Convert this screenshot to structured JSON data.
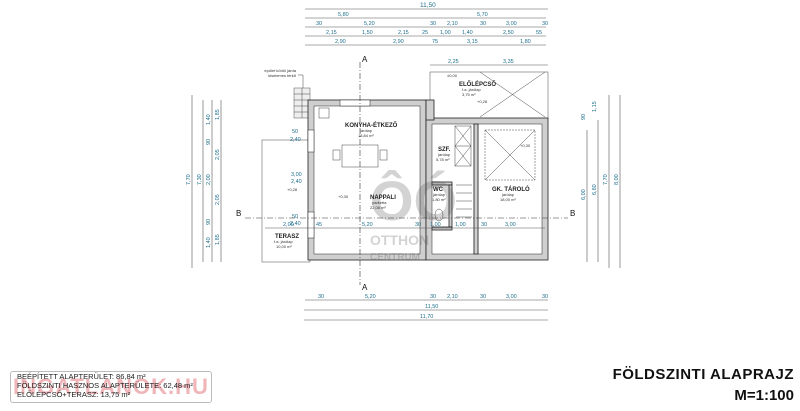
{
  "drawing": {
    "top_dims": {
      "overall": "11,50",
      "row1": [
        "5,80",
        "5,70"
      ],
      "row2": [
        "30",
        "5,20",
        "30",
        "2,10",
        "30",
        "3,00",
        "30"
      ],
      "row3": [
        "2,15",
        "1,50",
        "2,15",
        "25",
        "1,00",
        "1,40",
        "2,50",
        "55"
      ],
      "row4": [
        "2,90",
        "2,90",
        "75",
        "3,15",
        "1,80"
      ],
      "entry": [
        "2,25",
        "3,35"
      ]
    },
    "bottom_dims": {
      "row1": [
        "30",
        "5,20",
        "30",
        "2,10",
        "30",
        "3,00",
        "30"
      ],
      "row2": "11,50",
      "row3": "11,70"
    },
    "left_dims": [
      "7,70",
      "7,30",
      "1,40",
      "90",
      "2,00",
      "90",
      "1,40",
      "1,85",
      "2,05",
      "2,05",
      "1,85"
    ],
    "right_dims": [
      "6,00",
      "6,60",
      "7,70",
      "8,00",
      "1,15",
      "90"
    ],
    "paving_note": [
      "épület körüli járda",
      "kiselemes térkő"
    ],
    "rooms": [
      {
        "name": "KONYHA-ÉTKEZŐ",
        "floor": "járólap",
        "area": "18,84 m²"
      },
      {
        "name": "NAPPALI",
        "floor": "parketta",
        "area": "22,08 m²"
      },
      {
        "name": "SZF.",
        "floor": "járólap",
        "area": "5,78 m²"
      },
      {
        "name": "WC",
        "floor": "járólap",
        "area": "1,80 m²"
      },
      {
        "name": "GK. TÁROLÓ",
        "floor": "járólap",
        "area": "18,00 m²"
      },
      {
        "name": "TERASZ",
        "floor": "f.a. járólap",
        "area": "10,00 m²"
      },
      {
        "name": "ELŐLÉPCSŐ",
        "floor": "f.a. járólap",
        "area": "3,75 m²"
      }
    ],
    "levels": [
      "±0,00",
      "+0,28",
      "+0,30",
      "+0,30",
      "+0,28"
    ],
    "section_a": "A",
    "section_b": "B",
    "inner_dims": [
      "2,00",
      "5,20",
      "30",
      "1,00",
      "1,00",
      "30",
      "3,00",
      "45",
      "50",
      "2,40",
      "3,00",
      "2,40",
      "50",
      "2,40"
    ]
  },
  "watermarks": {
    "center": [
      "ÔÓ",
      "OTTHON",
      "CENTRUM"
    ],
    "info": "INGATLANOK.HU"
  },
  "info": {
    "built_area": "BEÉPÍTETT ALAPTERÜLET: 86,84 m²",
    "usable_area": "FÖLDSZINTI HASZNOS ALAPTERÜLETE: 62,48 m²",
    "porch_terrace": "ELŐLÉPCSŐ+TERASZ: 13,75 m²"
  },
  "title": {
    "main": "FÖLDSZINTI ALAPRAJZ",
    "scale": "M=1:100"
  }
}
